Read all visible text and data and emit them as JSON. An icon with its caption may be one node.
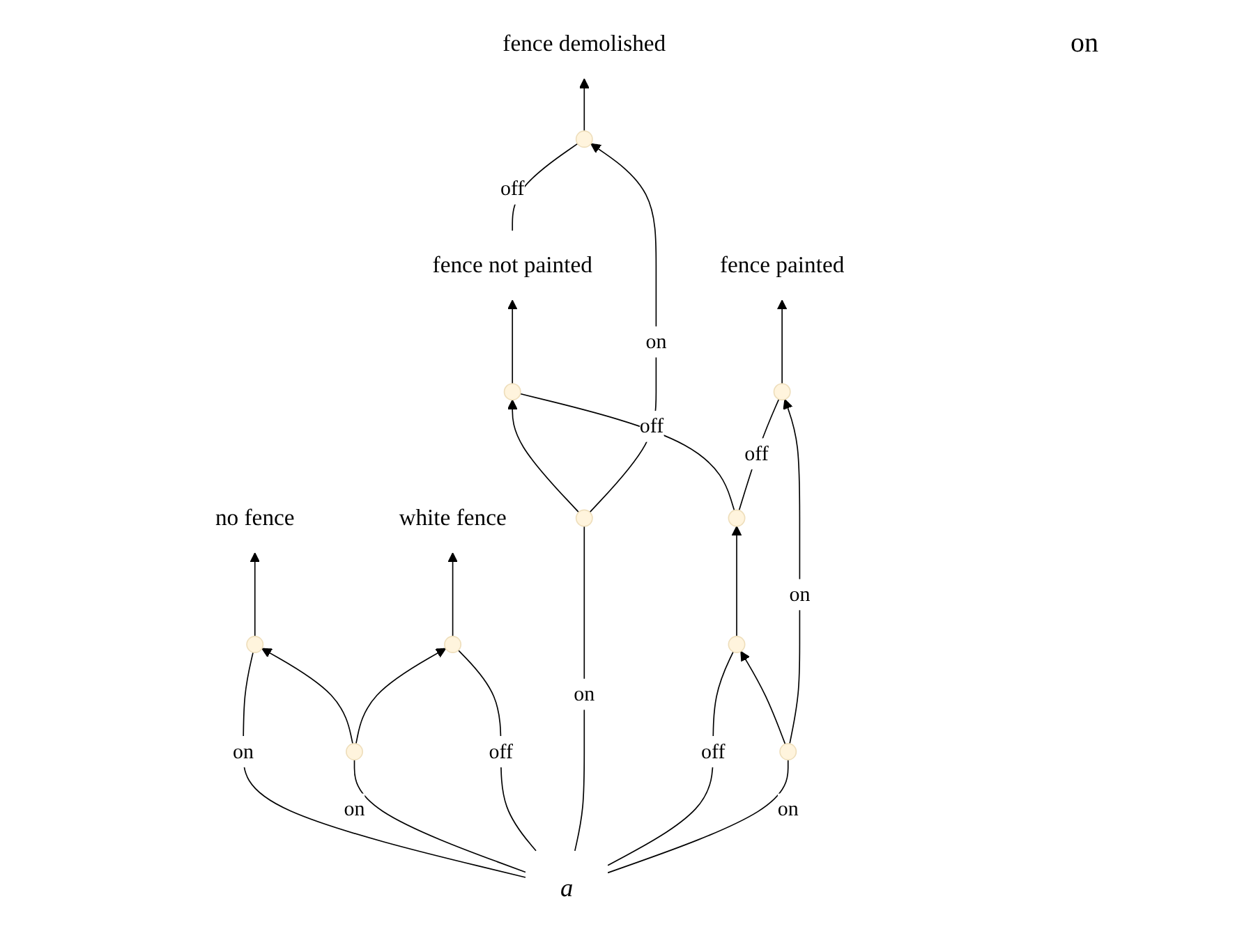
{
  "diagram": {
    "nodes": [
      {
        "text": [
          "fence demolished"
        ]
      },
      {
        "text": [
          "no fence"
        ]
      },
      {
        "text": [
          "fence not painted"
        ]
      },
      {
        "text": [
          "fence painted"
        ]
      },
      {
        "text": [
          "white fence"
        ]
      },
      {
        "text": [
          "a"
        ]
      },
      {
        "text": [],
        "shape": "dot"
      },
      {
        "text": [],
        "shape": "dot"
      },
      {
        "text": [],
        "shape": "dot"
      },
      {
        "text": [],
        "shape": "dot"
      },
      {
        "text": [],
        "shape": "dot"
      },
      {
        "text": [],
        "shape": "dot"
      },
      {
        "text": [],
        "shape": "dot"
      },
      {
        "text": [],
        "shape": "dot"
      },
      {
        "text": [],
        "shape": "dot"
      },
      {
        "text": [],
        "shape": "dot"
      }
    ],
    "edges": [
      {
        "from": 5,
        "to": 10,
        "arrow": "none",
        "label": "on"
      },
      {
        "from": 10,
        "to": 1,
        "arrow": "to"
      },
      {
        "from": 5,
        "to": 11,
        "arrow": "none",
        "label": "on"
      },
      {
        "from": 11,
        "to": 10,
        "arrow": "to"
      },
      {
        "from": 11,
        "to": 12,
        "arrow": "to"
      },
      {
        "from": 5,
        "to": 12,
        "arrow": "none",
        "label": "off"
      },
      {
        "from": 12,
        "to": 4,
        "arrow": "to"
      },
      {
        "from": 5,
        "to": 9,
        "arrow": "none",
        "label": "on"
      },
      {
        "from": 9,
        "to": 7,
        "arrow": "to"
      },
      {
        "from": 9,
        "to": 6,
        "arrow": "to",
        "label": "on"
      },
      {
        "from": 13,
        "to": 7,
        "arrow": "none",
        "label": "off"
      },
      {
        "from": 7,
        "to": 2,
        "arrow": "to"
      },
      {
        "from": 2,
        "to": 6,
        "arrow": "none",
        "label": "off"
      },
      {
        "from": 6,
        "to": 0,
        "arrow": "to"
      },
      {
        "from": 5,
        "to": 14,
        "arrow": "none",
        "label": "off"
      },
      {
        "from": 14,
        "to": 13,
        "arrow": "to"
      },
      {
        "from": 13,
        "to": 8,
        "arrow": "none",
        "label": "off"
      },
      {
        "from": 8,
        "to": 3,
        "arrow": "to"
      },
      {
        "from": 5,
        "to": 15,
        "arrow": "none",
        "label": "on"
      },
      {
        "from": 15,
        "to": 14,
        "arrow": "to"
      },
      {
        "from": 15,
        "to": 8,
        "arrow": "to",
        "label": "on"
      }
    ],
    "labels": [
      "on"
    ]
  }
}
